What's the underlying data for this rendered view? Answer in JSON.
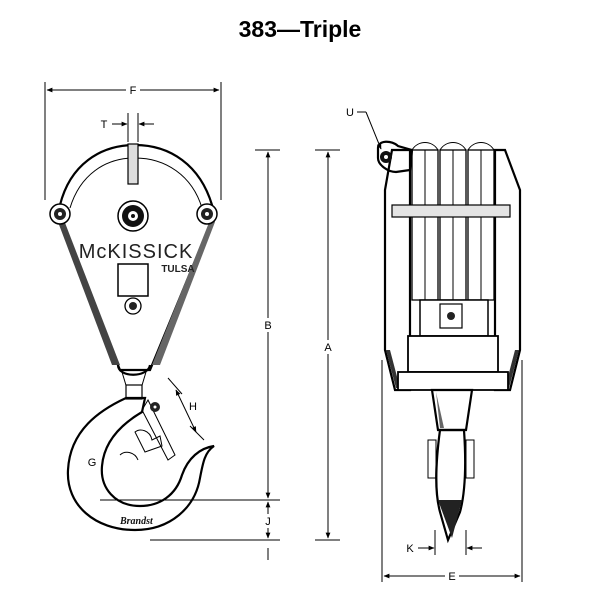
{
  "title": "383—Triple",
  "brand": {
    "name": "McKISSICK",
    "city": "TULSA",
    "hook_stamp": "Brandst"
  },
  "dimensions": {
    "F": "F",
    "T": "T",
    "B": "B",
    "A": "A",
    "H": "H",
    "J": "J",
    "G": "G",
    "U": "U",
    "K": "K",
    "E": "E"
  },
  "views": [
    "front-view",
    "side-view"
  ]
}
